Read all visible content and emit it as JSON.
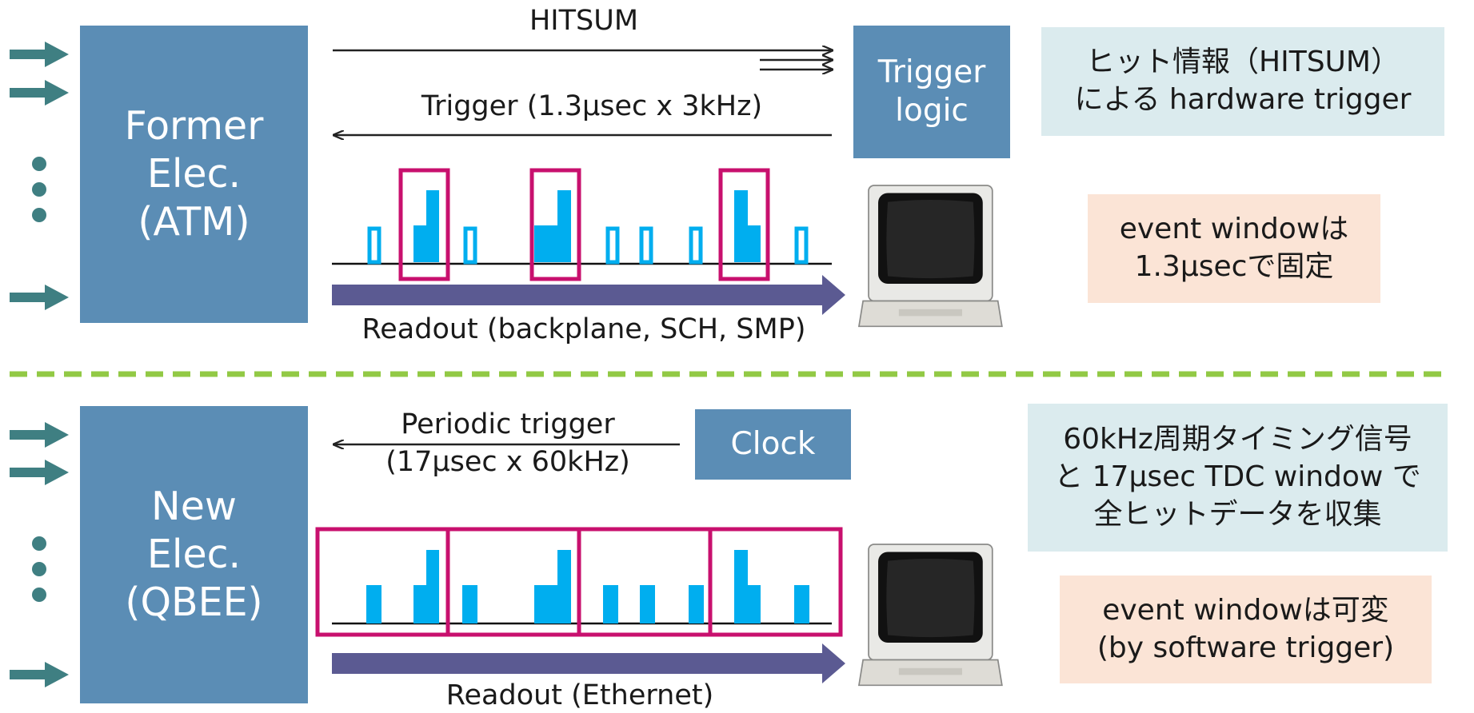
{
  "colors": {
    "box_blue": "#5b8db5",
    "note_blue": "#dbebee",
    "note_peach": "#fbe4d6",
    "pulse_cyan": "#00aeef",
    "window_magenta": "#c8106e",
    "readout_purple": "#5b5a92",
    "input_arrow_teal": "#3f7f82",
    "divider_green": "#92c945"
  },
  "icons": [
    "input-arrow-icon",
    "vertical-ellipsis-icon",
    "computer-icon",
    "arrow-left-icon",
    "arrow-right-icon"
  ],
  "top": {
    "elec_lines": [
      "Former",
      "Elec.",
      "(ATM)"
    ],
    "hitsum_label": "HITSUM",
    "trigger_label": "Trigger (1.3μsec x 3kHz)",
    "trigger_logic_lines": [
      "Trigger",
      "logic"
    ],
    "readout_label": "Readout (backplane, SCH, SMP)",
    "note_hw_lines": [
      "ヒット情報（HITSUM）",
      "による hardware trigger"
    ],
    "note_window_lines": [
      "event windowは",
      "1.3μsecで固定"
    ]
  },
  "bottom": {
    "elec_lines": [
      "New",
      "Elec.",
      "(QBEE)"
    ],
    "periodic_lines": [
      "Periodic trigger",
      "(17μsec x 60kHz)"
    ],
    "clock_label": "Clock",
    "readout_label": "Readout (Ethernet)",
    "note_clock_lines": [
      "60kHz周期タイミング信号",
      "と 17μsec TDC window で",
      "全ヒットデータを収集"
    ],
    "note_window_lines": [
      "event windowは可変",
      "(by software trigger)"
    ]
  }
}
